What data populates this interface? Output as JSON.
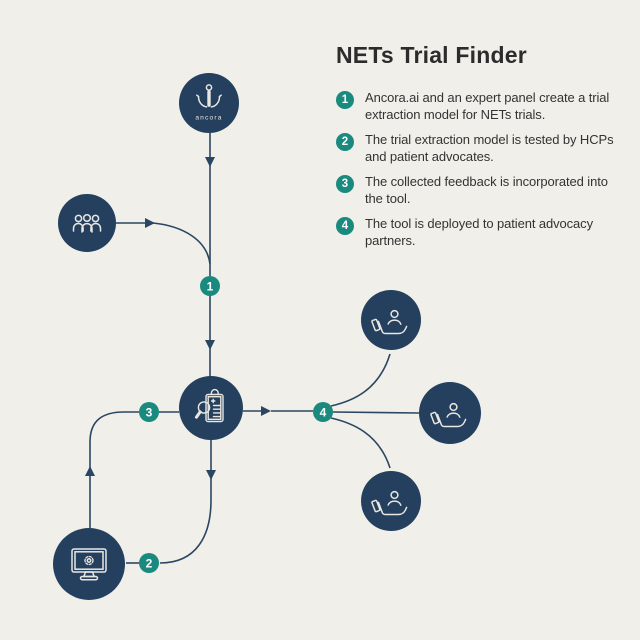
{
  "header": {
    "title": "NETs Trial Finder"
  },
  "legend": {
    "items": [
      {
        "number": "1",
        "text": "Ancora.ai and an expert panel create a trial extraction model for NETs trials."
      },
      {
        "number": "2",
        "text": "The trial extraction model is tested by HCPs and patient advocates."
      },
      {
        "number": "3",
        "text": "The collected feedback is incorporated into the tool."
      },
      {
        "number": "4",
        "text": "The tool is deployed to patient advocacy partners."
      }
    ]
  },
  "diagram": {
    "ancora_label": "ancora",
    "step_markers": [
      "1",
      "2",
      "3",
      "4"
    ],
    "icons": [
      "anchor-logo-icon",
      "people-group-icon",
      "clipboard-search-icon",
      "monitor-gear-icon",
      "hand-person-icon",
      "hand-person-icon",
      "hand-person-icon"
    ],
    "colors": {
      "background": "#f0efe9",
      "node_navy": "#24405e",
      "line_navy": "#2b4663",
      "accent_teal": "#1a8a7f",
      "icon_stroke": "#e9e7e2"
    }
  }
}
